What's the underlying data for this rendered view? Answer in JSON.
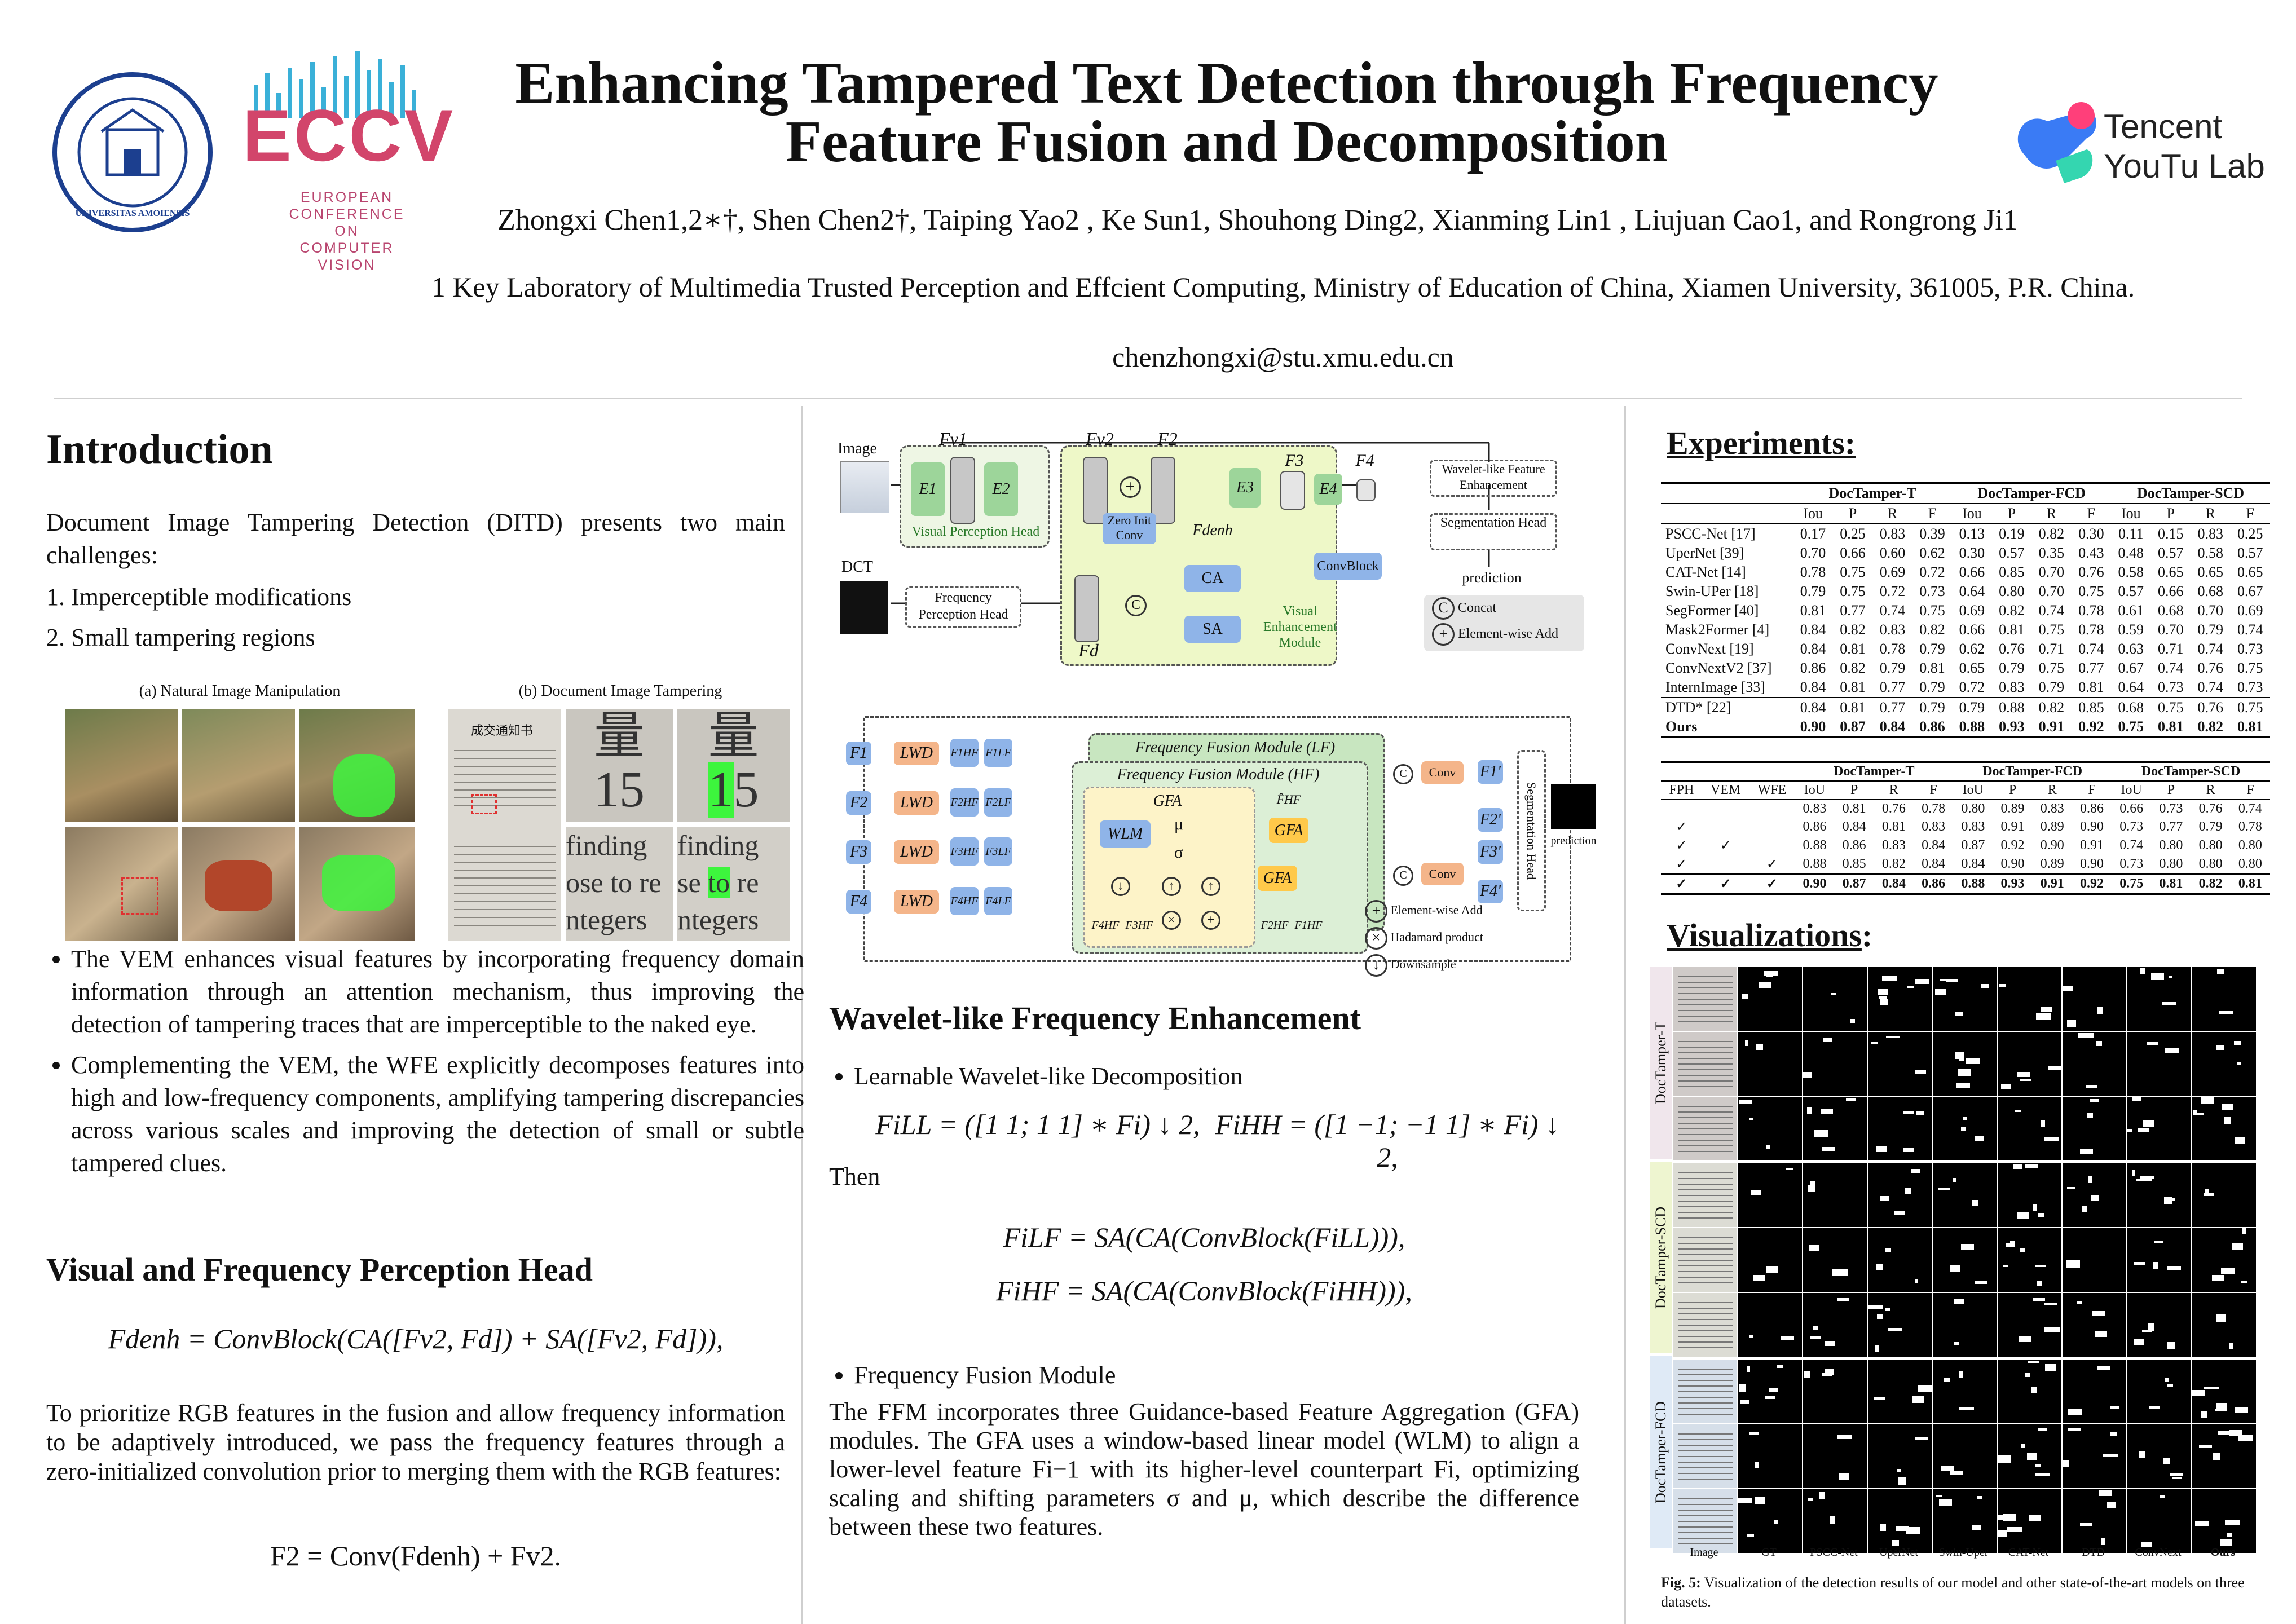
{
  "header": {
    "title_line1": "Enhancing Tampered Text Detection through Frequency",
    "title_line2": "Feature Fusion and Decomposition",
    "authors": "Zhongxi Chen1,2∗†, Shen Chen2†, Taiping Yao2 , Ke Sun1, Shouhong Ding2, Xianming Lin1 , Liujuan Cao1, and Rongrong Ji1",
    "affiliation": "1 Key Laboratory of Multimedia Trusted Perception and Effcient Computing, Ministry of Education of China, Xiamen University, 361005, P.R. China.",
    "email": "chenzhongxi@stu.xmu.edu.cn",
    "logo_xmu_text": "UNIVERSITAS AMOIENSIS",
    "logo_eccv_text": "ECCV",
    "logo_eccv_sub": "EUROPEAN CONFERENCE ON COMPUTER VISION",
    "logo_tencent_line1": "Tencent",
    "logo_tencent_line2": "YouTu Lab"
  },
  "intro": {
    "heading": "Introduction",
    "para": "Document Image Tampering Detection (DITD) presents two main challenges:",
    "item1": "1. Imperceptible modifications",
    "item2": "2. Small tampering regions",
    "fig_a": "(a) Natural Image Manipulation",
    "fig_b": "(b) Document Image Tampering",
    "bullet1": "The VEM enhances visual features by incorporating frequency domain information through an attention mechanism, thus improving the detection of tampering traces that are imperceptible to the naked eye.",
    "bullet2": "Complementing the VEM, the WFE explicitly decomposes features into high and low-frequency components, amplifying tampering discrepancies across various scales and improving the detection of small or subtle tampered clues.",
    "doc_text": [
      "成交通知书",
      "finding",
      "ose to re",
      "ntegers"
    ]
  },
  "vfph": {
    "heading": "Visual and Frequency Perception Head",
    "eq1": "Fdenh = ConvBlock(CA([Fv2, Fd]) + SA([Fv2, Fd])),",
    "para": "To prioritize RGB features in the fusion and allow frequency information to be adaptively introduced, we pass the frequency features through a zero-initialized convolution prior to merging them with the RGB features:",
    "eq2": "F2 = Conv(Fdenh) + Fv2."
  },
  "arch": {
    "image_label": "Image",
    "dct_label": "DCT",
    "e1": "E1",
    "e2": "E2",
    "e3": "E3",
    "e4": "E4",
    "fv1": "Fv1",
    "fv2": "Fv2",
    "f2": "F2",
    "f3": "F3",
    "f4": "F4",
    "fd": "Fd",
    "fdenh": "Fdenh",
    "visual_head": "Visual Perception Head",
    "freq_head": "Frequency Perception Head",
    "zero_init": "Zero Init Conv",
    "ca": "CA",
    "sa": "SA",
    "convblock": "ConvBlock",
    "vem": "Visual Enhancement Module",
    "wavelet": "Wavelet-like Feature Enhancement",
    "seg_head": "Segmentation Head",
    "prediction": "prediction",
    "concat": "Concat",
    "ew_add": "Element-wise Add"
  },
  "ffm_fig": {
    "inputs": [
      "F1",
      "F2",
      "F3",
      "F4"
    ],
    "lwd": "LWD",
    "hf_labels": [
      "F1HF",
      "F2HF",
      "F3HF",
      "F4HF"
    ],
    "lf_labels": [
      "F1LF",
      "F2LF",
      "F3LF",
      "F4LF"
    ],
    "ffm_lf": "Frequency Fusion Module (LF)",
    "ffm_hf": "Frequency Fusion Module (HF)",
    "gfa": "GFA",
    "wlm": "WLM",
    "mu": "μ",
    "sigma": "σ",
    "fhat": "F̂HF",
    "conv": "Conv",
    "outs": [
      "F1'",
      "F2'",
      "F3'",
      "F4'"
    ],
    "seg_head": "Segmentation Head",
    "prediction": "prediction",
    "legend_add": "Element-wise Add",
    "legend_had": "Hadamard product",
    "legend_down": "Downsample",
    "bottom_labels": [
      "F4HF",
      "F3HF",
      "F2HF",
      "F1HF"
    ]
  },
  "wfe": {
    "heading": "Wavelet-like Frequency Enhancement",
    "bullet1": "Learnable Wavelet-like Decomposition",
    "eq_ll": "FiLL = ([1 1; 1 1] ∗ Fi) ↓ 2,",
    "eq_hh": "FiHH = ([1 −1; −1 1] ∗ Fi) ↓ 2,",
    "then": "Then",
    "eq_lf": "FiLF = SA(CA(ConvBlock(FiLL))),",
    "eq_hf": "FiHF = SA(CA(ConvBlock(FiHH))),",
    "bullet2": "Frequency Fusion Module",
    "para": "The FFM incorporates three Guidance-based Feature Aggregation (GFA) modules. The GFA uses a window-based linear model (WLM) to align a lower-level feature Fi−1 with its higher-level counterpart Fi, optimizing scaling and shifting parameters σ and μ, which describe the difference between these two features."
  },
  "experiments": {
    "heading": "Experiments:",
    "t1_groups": [
      "DocTamper-T",
      "DocTamper-FCD",
      "DocTamper-SCD"
    ],
    "t1_cols": [
      "Iou",
      "P",
      "R",
      "F"
    ],
    "t1_rows": [
      [
        "PSCC-Net [17]",
        "0.17",
        "0.25",
        "0.83",
        "0.39",
        "0.13",
        "0.19",
        "0.82",
        "0.30",
        "0.11",
        "0.15",
        "0.83",
        "0.25"
      ],
      [
        "UperNet [39]",
        "0.70",
        "0.66",
        "0.60",
        "0.62",
        "0.30",
        "0.57",
        "0.35",
        "0.43",
        "0.48",
        "0.57",
        "0.58",
        "0.57"
      ],
      [
        "CAT-Net [14]",
        "0.78",
        "0.75",
        "0.69",
        "0.72",
        "0.66",
        "0.85",
        "0.70",
        "0.76",
        "0.58",
        "0.65",
        "0.65",
        "0.65"
      ],
      [
        "Swin-UPer [18]",
        "0.79",
        "0.75",
        "0.72",
        "0.73",
        "0.64",
        "0.80",
        "0.70",
        "0.75",
        "0.57",
        "0.66",
        "0.68",
        "0.67"
      ],
      [
        "SegFormer [40]",
        "0.81",
        "0.77",
        "0.74",
        "0.75",
        "0.69",
        "0.82",
        "0.74",
        "0.78",
        "0.61",
        "0.68",
        "0.70",
        "0.69"
      ],
      [
        "Mask2Former [4]",
        "0.84",
        "0.82",
        "0.83",
        "0.82",
        "0.66",
        "0.81",
        "0.75",
        "0.78",
        "0.59",
        "0.70",
        "0.79",
        "0.74"
      ],
      [
        "ConvNext [19]",
        "0.84",
        "0.81",
        "0.78",
        "0.79",
        "0.62",
        "0.76",
        "0.71",
        "0.74",
        "0.63",
        "0.71",
        "0.74",
        "0.73"
      ],
      [
        "ConvNextV2 [37]",
        "0.86",
        "0.82",
        "0.79",
        "0.81",
        "0.65",
        "0.79",
        "0.75",
        "0.77",
        "0.67",
        "0.74",
        "0.76",
        "0.75"
      ],
      [
        "InternImage [33]",
        "0.84",
        "0.81",
        "0.77",
        "0.79",
        "0.72",
        "0.83",
        "0.79",
        "0.81",
        "0.64",
        "0.73",
        "0.74",
        "0.73"
      ]
    ],
    "t1_dtd": [
      "DTD* [22]",
      "0.84",
      "0.81",
      "0.77",
      "0.79",
      "0.79",
      "0.88",
      "0.82",
      "0.85",
      "0.68",
      "0.75",
      "0.76",
      "0.75"
    ],
    "t1_ours": [
      "Ours",
      "0.90",
      "0.87",
      "0.84",
      "0.86",
      "0.88",
      "0.93",
      "0.91",
      "0.92",
      "0.75",
      "0.81",
      "0.82",
      "0.81"
    ],
    "t2_cols": [
      "FPH",
      "VEM",
      "WFE",
      "IoU",
      "P",
      "R",
      "F",
      "IoU",
      "P",
      "R",
      "F",
      "IoU",
      "P",
      "R",
      "F"
    ],
    "t2_rows": [
      [
        "",
        "",
        "",
        "0.83",
        "0.81",
        "0.76",
        "0.78",
        "0.80",
        "0.89",
        "0.83",
        "0.86",
        "0.66",
        "0.73",
        "0.76",
        "0.74"
      ],
      [
        "✓",
        "",
        "",
        "0.86",
        "0.84",
        "0.81",
        "0.83",
        "0.83",
        "0.91",
        "0.89",
        "0.90",
        "0.73",
        "0.77",
        "0.79",
        "0.78"
      ],
      [
        "✓",
        "✓",
        "",
        "0.88",
        "0.86",
        "0.83",
        "0.84",
        "0.87",
        "0.92",
        "0.90",
        "0.91",
        "0.74",
        "0.80",
        "0.80",
        "0.80"
      ],
      [
        "✓",
        "",
        "✓",
        "0.88",
        "0.85",
        "0.82",
        "0.84",
        "0.84",
        "0.90",
        "0.89",
        "0.90",
        "0.73",
        "0.80",
        "0.80",
        "0.80"
      ],
      [
        "✓",
        "✓",
        "✓",
        "0.90",
        "0.87",
        "0.84",
        "0.86",
        "0.88",
        "0.93",
        "0.91",
        "0.92",
        "0.75",
        "0.81",
        "0.82",
        "0.81"
      ]
    ]
  },
  "visualizations": {
    "heading": "Visualizations",
    "colon": ":",
    "row_groups": [
      "DocTamper-T",
      "DocTamper-SCD",
      "DocTamper-FCD"
    ],
    "columns": [
      "Image",
      "GT",
      "PSCC-Net",
      "UperNet",
      "Swin-Uper",
      "CAT-Net",
      "DTD",
      "ConvNext",
      "Ours"
    ],
    "caption_label": "Fig. 5:",
    "caption_text": "Visualization of the detection results of our model and other state-of-the-art models on three datasets."
  }
}
